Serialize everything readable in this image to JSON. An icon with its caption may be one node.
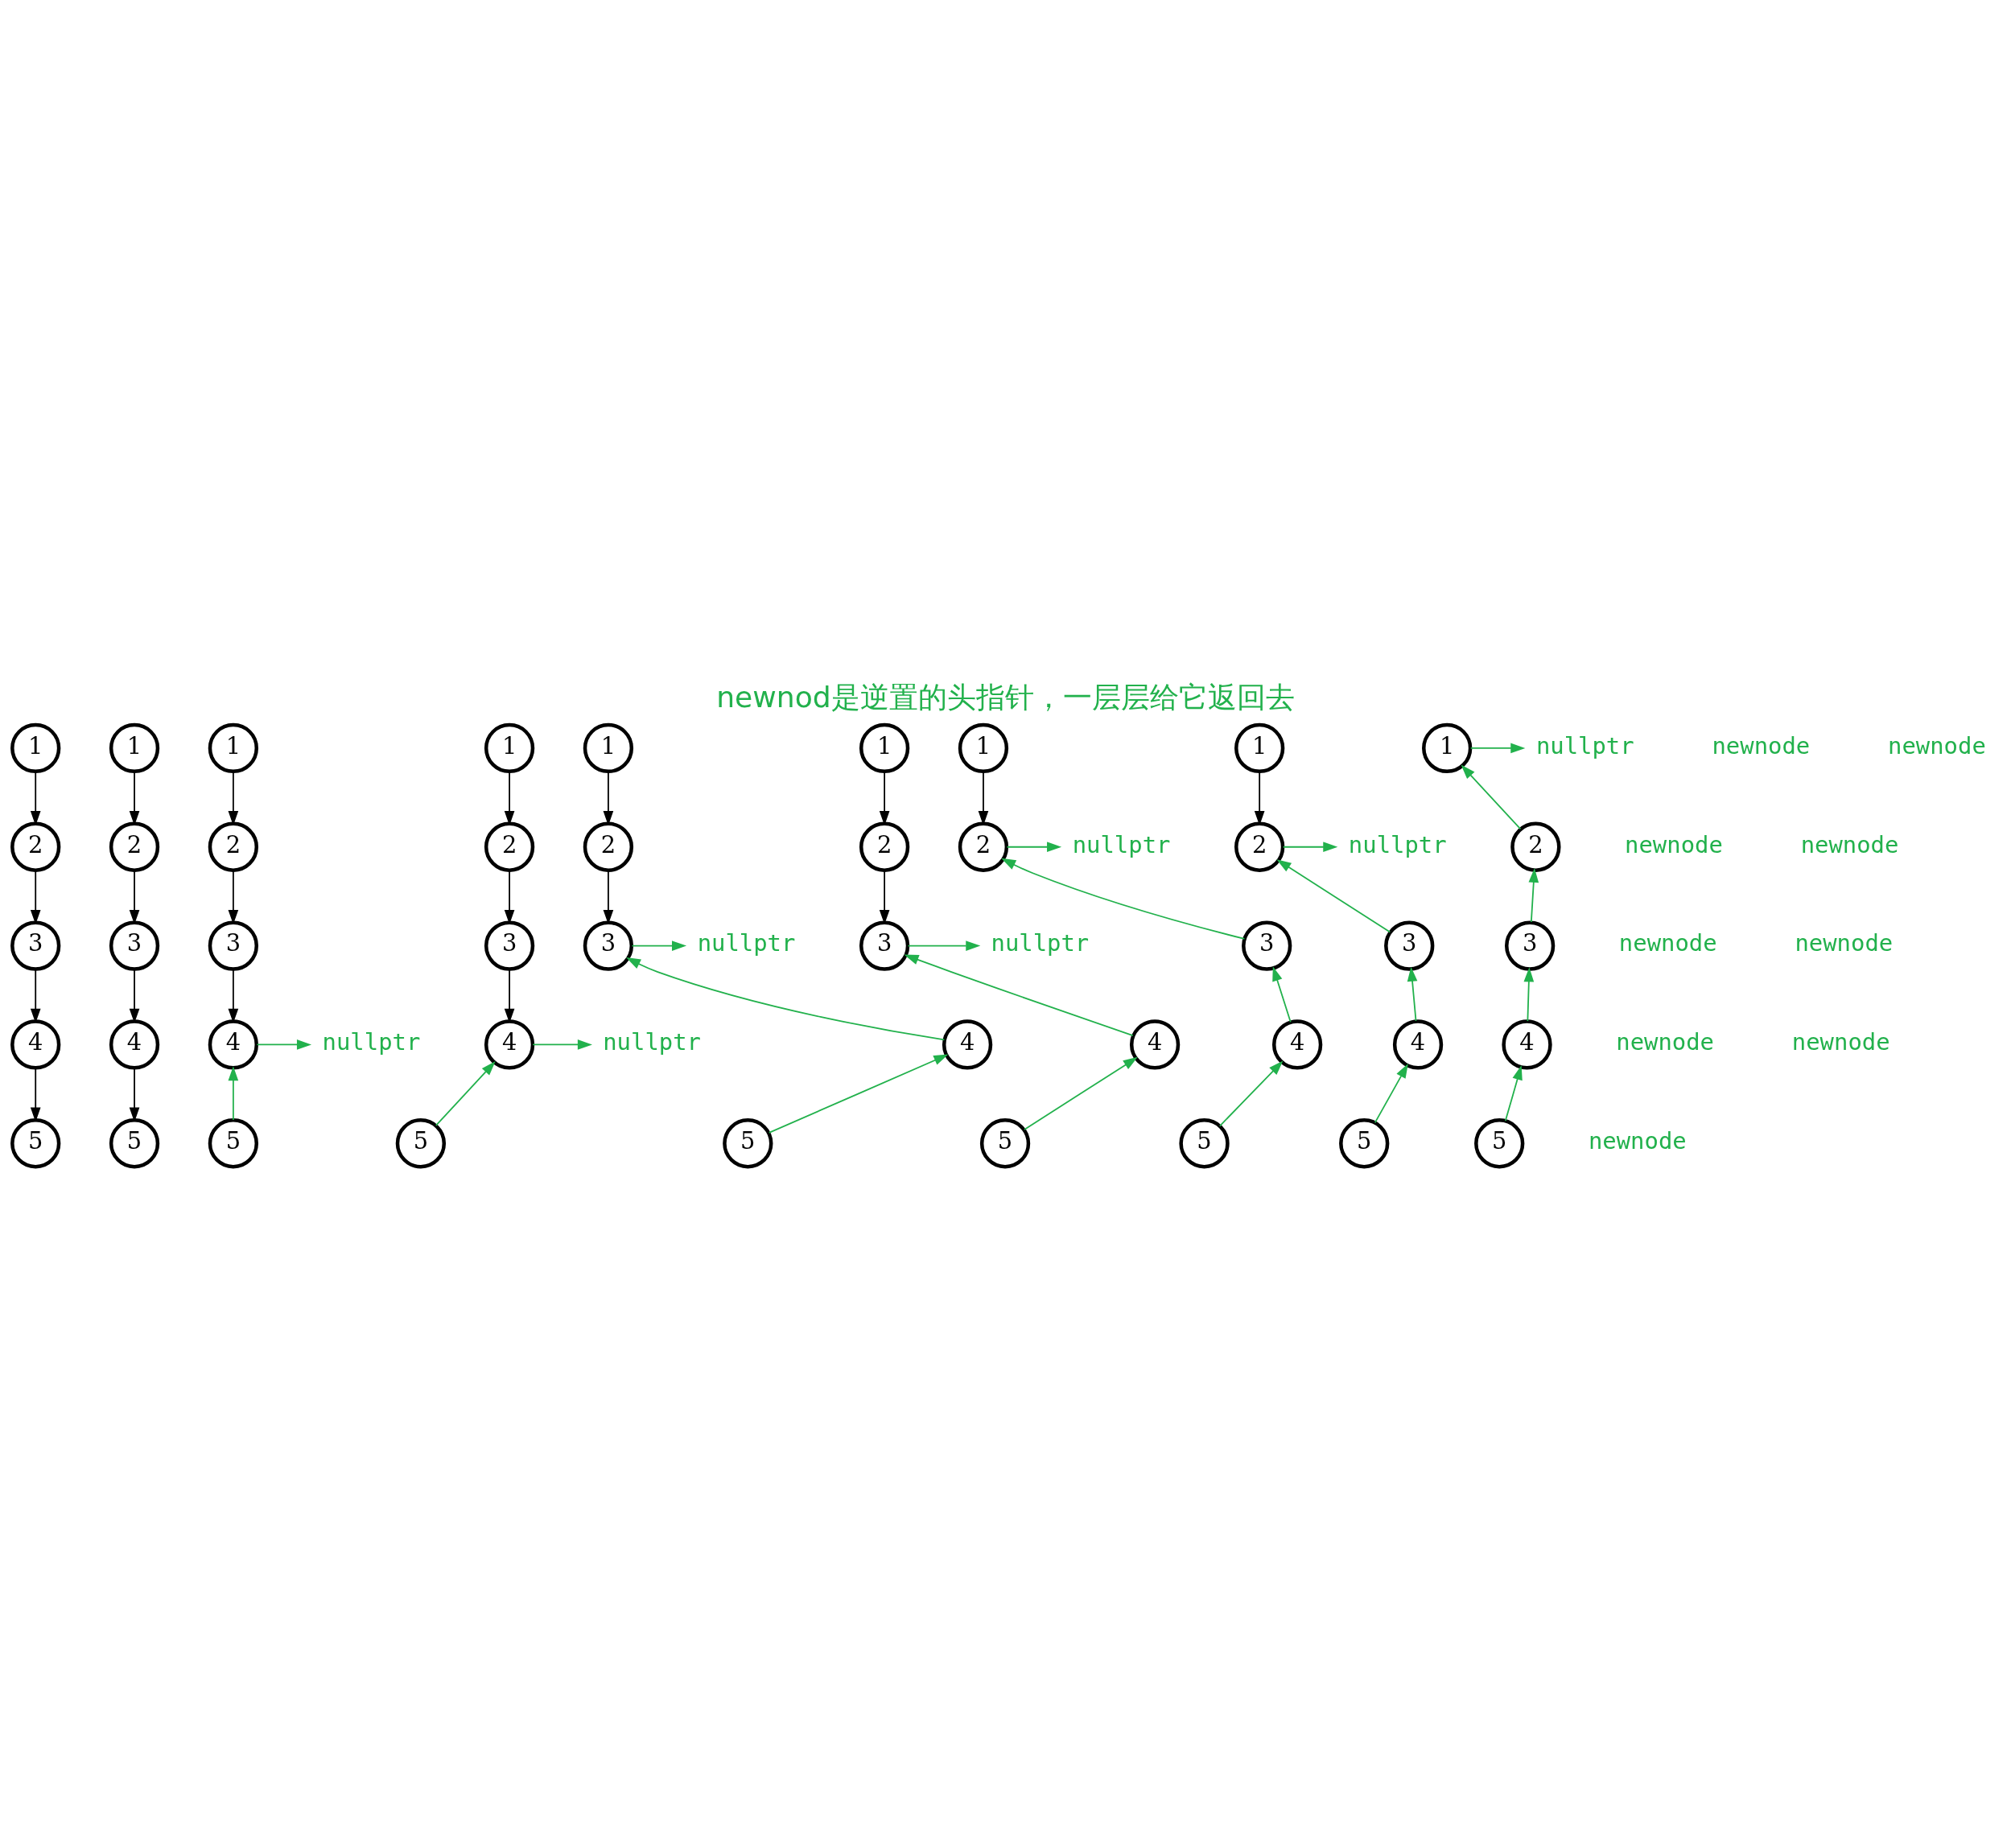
{
  "diagram": {
    "title": "newnod是逆置的头指针，一层层给它返回去",
    "nodes": [
      {
        "text": [
          "1"
        ]
      },
      {
        "text": [
          "2"
        ]
      },
      {
        "text": [
          "3"
        ]
      },
      {
        "text": [
          "4"
        ]
      },
      {
        "text": [
          "5"
        ]
      },
      {
        "text": [
          "1"
        ]
      },
      {
        "text": [
          "2"
        ]
      },
      {
        "text": [
          "3"
        ]
      },
      {
        "text": [
          "4"
        ]
      },
      {
        "text": [
          "5"
        ]
      },
      {
        "text": [
          "1"
        ]
      },
      {
        "text": [
          "2"
        ]
      },
      {
        "text": [
          "3"
        ]
      },
      {
        "text": [
          "4"
        ]
      },
      {
        "text": [
          "5"
        ]
      },
      {
        "text": [
          "nullptr"
        ]
      },
      {
        "text": [
          "1"
        ]
      },
      {
        "text": [
          "2"
        ]
      },
      {
        "text": [
          "3"
        ]
      },
      {
        "text": [
          "4"
        ]
      },
      {
        "text": [
          "5"
        ]
      },
      {
        "text": [
          "nullptr"
        ]
      },
      {
        "text": [
          "1"
        ]
      },
      {
        "text": [
          "2"
        ]
      },
      {
        "text": [
          "3"
        ]
      },
      {
        "text": [
          "4"
        ]
      },
      {
        "text": [
          "5"
        ]
      },
      {
        "text": [
          "nullptr"
        ]
      },
      {
        "text": [
          "1"
        ]
      },
      {
        "text": [
          "2"
        ]
      },
      {
        "text": [
          "3"
        ]
      },
      {
        "text": [
          "4"
        ]
      },
      {
        "text": [
          "5"
        ]
      },
      {
        "text": [
          "nullptr"
        ]
      },
      {
        "text": [
          "1"
        ]
      },
      {
        "text": [
          "2"
        ]
      },
      {
        "text": [
          "3"
        ]
      },
      {
        "text": [
          "4"
        ]
      },
      {
        "text": [
          "5"
        ]
      },
      {
        "text": [
          "nullptr"
        ]
      },
      {
        "text": [
          "1"
        ]
      },
      {
        "text": [
          "2"
        ]
      },
      {
        "text": [
          "3"
        ]
      },
      {
        "text": [
          "4"
        ]
      },
      {
        "text": [
          "5"
        ]
      },
      {
        "text": [
          "nullptr"
        ]
      },
      {
        "text": [
          "1"
        ]
      },
      {
        "text": [
          "2"
        ]
      },
      {
        "text": [
          "3"
        ]
      },
      {
        "text": [
          "4"
        ]
      },
      {
        "text": [
          "5"
        ]
      },
      {
        "text": [
          "nullptr"
        ]
      }
    ],
    "edges": [
      {
        "from": 0,
        "to": 1,
        "arrow": "to",
        "color": "#000000"
      },
      {
        "from": 1,
        "to": 2,
        "arrow": "to",
        "color": "#000000"
      },
      {
        "from": 2,
        "to": 3,
        "arrow": "to",
        "color": "#000000"
      },
      {
        "from": 3,
        "to": 4,
        "arrow": "to",
        "color": "#000000"
      },
      {
        "from": 5,
        "to": 6,
        "arrow": "to",
        "color": "#000000"
      },
      {
        "from": 6,
        "to": 7,
        "arrow": "to",
        "color": "#000000"
      },
      {
        "from": 7,
        "to": 8,
        "arrow": "to",
        "color": "#000000"
      },
      {
        "from": 8,
        "to": 9,
        "arrow": "to",
        "color": "#000000"
      },
      {
        "from": 10,
        "to": 11,
        "arrow": "to",
        "color": "#000000"
      },
      {
        "from": 11,
        "to": 12,
        "arrow": "to",
        "color": "#000000"
      },
      {
        "from": 12,
        "to": 13,
        "arrow": "to",
        "color": "#000000"
      },
      {
        "from": 14,
        "to": 13,
        "arrow": "to"
      },
      {
        "from": 13,
        "to": 15,
        "arrow": "to"
      },
      {
        "from": 16,
        "to": 17,
        "arrow": "to",
        "color": "#000000"
      },
      {
        "from": 17,
        "to": 18,
        "arrow": "to",
        "color": "#000000"
      },
      {
        "from": 18,
        "to": 19,
        "arrow": "to",
        "color": "#000000"
      },
      {
        "from": 20,
        "to": 19,
        "arrow": "to"
      },
      {
        "from": 19,
        "to": 21,
        "arrow": "to"
      },
      {
        "from": 22,
        "to": 23,
        "arrow": "to",
        "color": "#000000"
      },
      {
        "from": 23,
        "to": 24,
        "arrow": "to",
        "color": "#000000"
      },
      {
        "from": 25,
        "to": 24,
        "arrow": "to"
      },
      {
        "from": 26,
        "to": 25,
        "arrow": "to"
      },
      {
        "from": 24,
        "to": 27,
        "arrow": "to"
      },
      {
        "from": 28,
        "to": 29,
        "arrow": "to",
        "color": "#000000"
      },
      {
        "from": 29,
        "to": 30,
        "arrow": "to",
        "color": "#000000"
      },
      {
        "from": 31,
        "to": 30,
        "arrow": "to"
      },
      {
        "from": 32,
        "to": 31,
        "arrow": "to"
      },
      {
        "from": 30,
        "to": 33,
        "arrow": "to"
      },
      {
        "from": 34,
        "to": 35,
        "arrow": "to",
        "color": "#000000"
      },
      {
        "from": 36,
        "to": 35,
        "arrow": "to"
      },
      {
        "from": 37,
        "to": 36,
        "arrow": "to"
      },
      {
        "from": 38,
        "to": 37,
        "arrow": "to"
      },
      {
        "from": 35,
        "to": 39,
        "arrow": "to"
      },
      {
        "from": 40,
        "to": 41,
        "arrow": "to",
        "color": "#000000"
      },
      {
        "from": 42,
        "to": 41,
        "arrow": "to"
      },
      {
        "from": 43,
        "to": 42,
        "arrow": "to"
      },
      {
        "from": 44,
        "to": 43,
        "arrow": "to"
      },
      {
        "from": 41,
        "to": 45,
        "arrow": "to"
      },
      {
        "from": 47,
        "to": 46,
        "arrow": "to"
      },
      {
        "from": 48,
        "to": 47,
        "arrow": "to"
      },
      {
        "from": 49,
        "to": 48,
        "arrow": "to"
      },
      {
        "from": 50,
        "to": 49,
        "arrow": "to"
      },
      {
        "from": 46,
        "to": 51,
        "arrow": "to"
      }
    ],
    "labels": [
      "newnode",
      "newnode",
      "newnode",
      "newnode",
      "newnode",
      "newnode",
      "newnode",
      "newnode",
      "newnode"
    ]
  }
}
